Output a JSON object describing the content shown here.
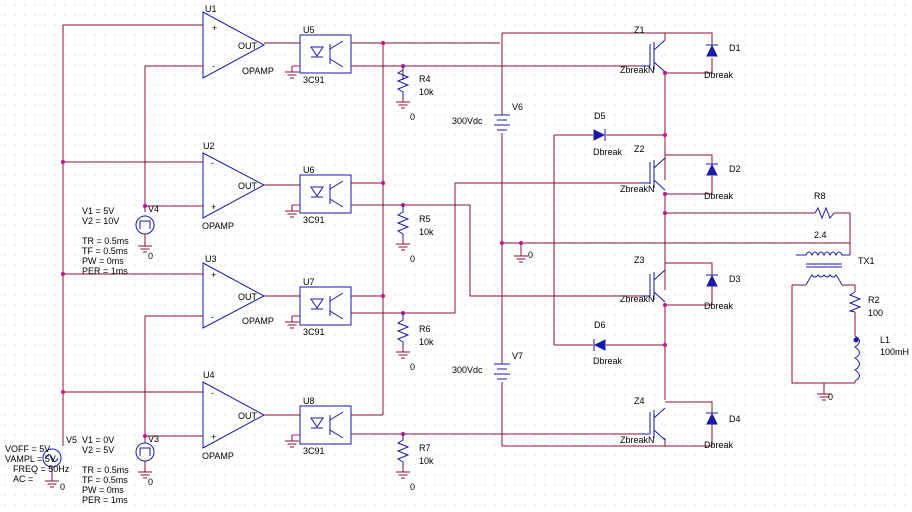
{
  "opamps": [
    {
      "ref": "U1",
      "model": "OPAMP",
      "out": "OUT"
    },
    {
      "ref": "U2",
      "model": "OPAMP",
      "out": "OUT"
    },
    {
      "ref": "U3",
      "model": "OPAMP",
      "out": "OUT"
    },
    {
      "ref": "U4",
      "model": "OPAMP",
      "out": "OUT"
    }
  ],
  "optos": [
    {
      "ref": "U5",
      "model": "3C91"
    },
    {
      "ref": "U6",
      "model": "3C91"
    },
    {
      "ref": "U7",
      "model": "3C91"
    },
    {
      "ref": "U8",
      "model": "3C91"
    }
  ],
  "resistors": [
    {
      "ref": "R4",
      "value": "10k"
    },
    {
      "ref": "R5",
      "value": "10k"
    },
    {
      "ref": "R6",
      "value": "10k"
    },
    {
      "ref": "R7",
      "value": "10k"
    },
    {
      "ref": "R8",
      "value": "2.4"
    },
    {
      "ref": "R2",
      "value": "100"
    }
  ],
  "igbts": [
    {
      "ref": "Z1",
      "model": "ZbreakN"
    },
    {
      "ref": "Z2",
      "model": "ZbreakN"
    },
    {
      "ref": "Z3",
      "model": "ZbreakN"
    },
    {
      "ref": "Z4",
      "model": "ZbreakN"
    }
  ],
  "diodes": [
    {
      "ref": "D1",
      "model": "Dbreak"
    },
    {
      "ref": "D2",
      "model": "Dbreak"
    },
    {
      "ref": "D3",
      "model": "Dbreak"
    },
    {
      "ref": "D4",
      "model": "Dbreak"
    },
    {
      "ref": "D5",
      "model": "Dbreak"
    },
    {
      "ref": "D6",
      "model": "Dbreak"
    }
  ],
  "dc_sources": [
    {
      "ref": "V6",
      "value": "300Vdc"
    },
    {
      "ref": "V7",
      "value": "300Vdc"
    }
  ],
  "pulse_v4": {
    "ref": "V4",
    "v1": "V1 = 5V",
    "v2": "V2 = 10V",
    "tr": "TR = 0.5ms",
    "tf": "TF = 0.5ms",
    "pw": "PW = 0ms",
    "per": "PER = 1ms"
  },
  "pulse_v3": {
    "ref": "V3",
    "v1": "V1 = 0V",
    "v2": "V2 = 5V",
    "tr": "TR = 0.5ms",
    "tf": "TF = 0.5ms",
    "pw": "PW = 0ms",
    "per": "PER = 1ms"
  },
  "sine_v5": {
    "ref": "V5",
    "voff": "VOFF = 5V",
    "vampl": "VAMPL = 5V",
    "freq": "FREQ = 50Hz",
    "ac": "AC ="
  },
  "transformer": {
    "ref": "TX1"
  },
  "inductor": {
    "ref": "L1",
    "value": "100mH"
  },
  "ground_label": "0"
}
